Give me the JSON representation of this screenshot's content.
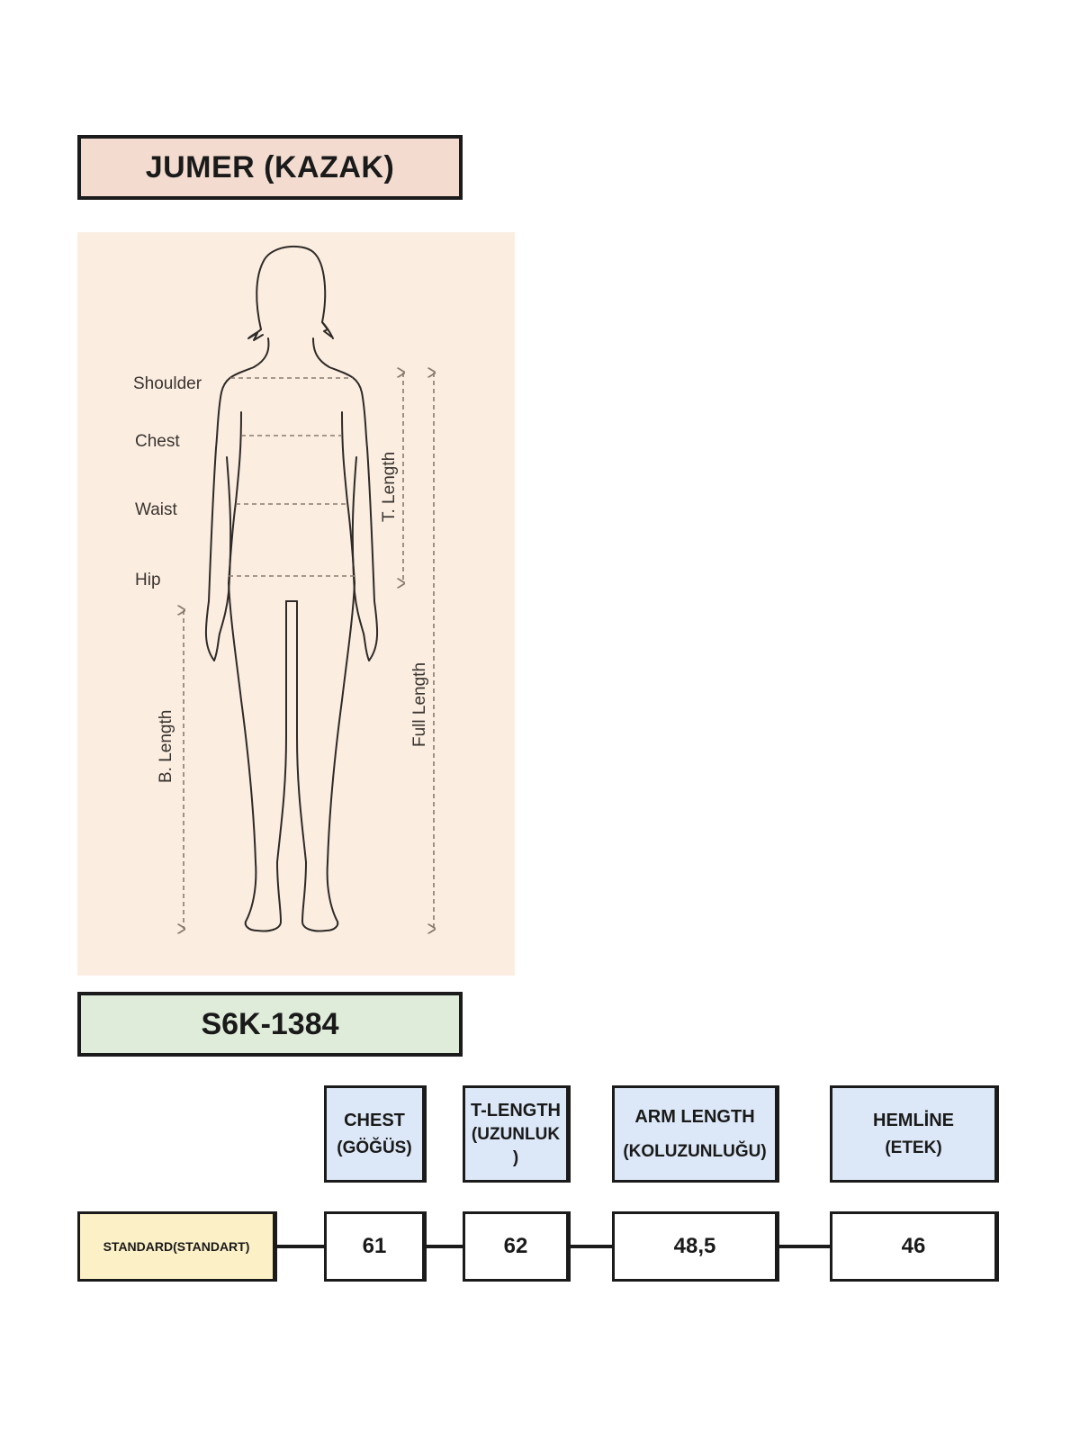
{
  "title": "JUMER (KAZAK)",
  "product_code": "S6K-1384",
  "figure_labels": {
    "shoulder": "Shoulder",
    "chest": "Chest",
    "waist": "Waist",
    "hip": "Hip",
    "t_length": "T. Length",
    "full_length": "Full Length",
    "b_length": "B. Length"
  },
  "size_table": {
    "headers": {
      "chest": {
        "line1": "CHEST",
        "line2": "(GÖĞÜS)"
      },
      "t_length": {
        "line1": "T-LENGTH",
        "line2": "(UZUNLUK",
        "line3": ")"
      },
      "arm_length": {
        "line1": "ARM LENGTH",
        "line2": "(KOLUZUNLUĞU)"
      },
      "hemline": {
        "line1": "HEMLİNE",
        "line2": "(ETEK)"
      }
    },
    "row": {
      "label": "STANDARD(STANDART)",
      "chest": "61",
      "t_length": "62",
      "arm_length": "48,5",
      "hemline": "46"
    }
  },
  "colors": {
    "title_bg": "#f3dccf",
    "figure_bg": "#fbeee1",
    "code_bg": "#deecd9",
    "header_bg": "#dce8f7",
    "row_label_bg": "#fcf0c7",
    "border": "#1b1b1b"
  }
}
